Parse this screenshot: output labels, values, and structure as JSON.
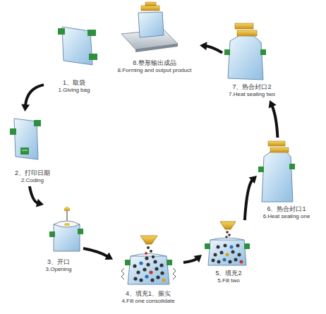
{
  "diagram": {
    "nodes": [
      {
        "text": [
          "1、取袋",
          "1.Giving bag"
        ]
      },
      {
        "text": [
          "2、打印日期",
          "2.Coding"
        ]
      },
      {
        "text": [
          "3、开口",
          "3.Opening"
        ]
      },
      {
        "text": [
          "4、填充1、振实",
          "4.Fill one consolidate"
        ]
      },
      {
        "text": [
          "5、填充2",
          "5.Fill two"
        ]
      },
      {
        "text": [
          "6、热合封口1",
          "6.Heat sealing one"
        ]
      },
      {
        "text": [
          "7、热合封口2",
          "7.Heat sealing two"
        ]
      },
      {
        "text": [
          "8.整形输出成品",
          "8.Forming and output product"
        ]
      }
    ],
    "edges": [
      {
        "from": 0,
        "to": 1,
        "arrow": "to"
      },
      {
        "from": 1,
        "to": 2,
        "arrow": "to"
      },
      {
        "from": 2,
        "to": 3,
        "arrow": "to"
      },
      {
        "from": 3,
        "to": 4,
        "arrow": "to"
      },
      {
        "from": 4,
        "to": 5,
        "arrow": "to"
      },
      {
        "from": 5,
        "to": 6,
        "arrow": "to"
      },
      {
        "from": 6,
        "to": 7,
        "arrow": "to"
      }
    ]
  }
}
